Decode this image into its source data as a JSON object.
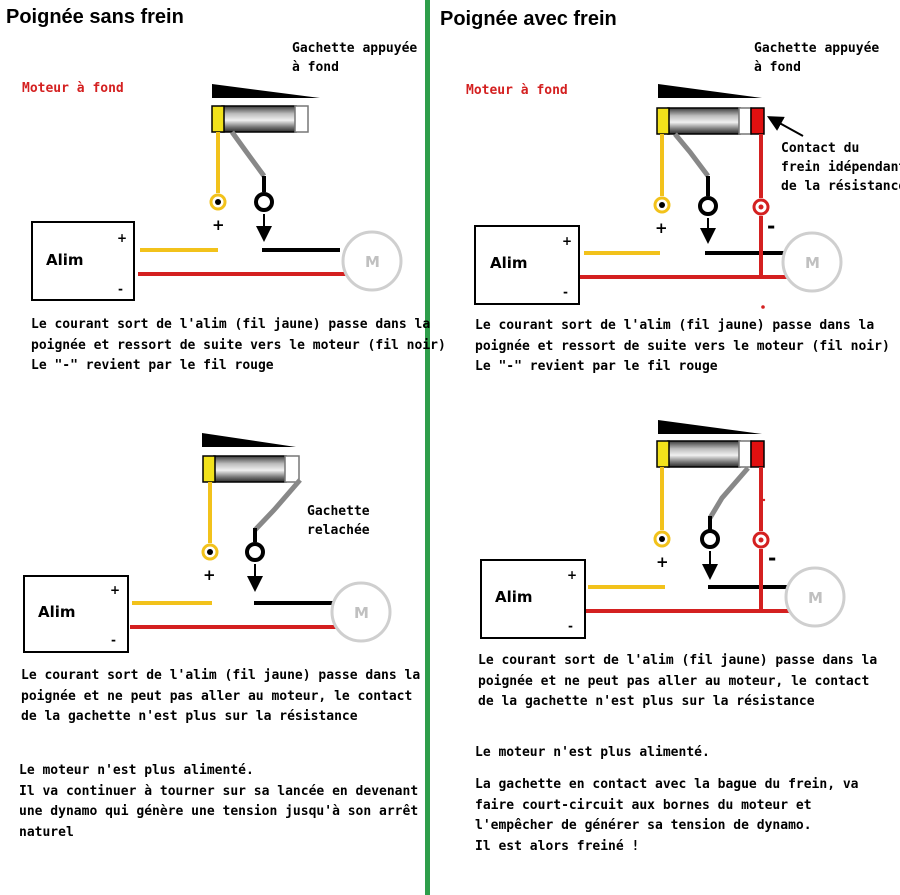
{
  "left": {
    "title": "Poignée sans frein",
    "state_label": "Moteur à fond",
    "trigger_pressed": "Gachette appuyée\nà fond",
    "trigger_released": "Gachette\nrelachée",
    "alim": "Alim",
    "plus": "+",
    "minus": "-",
    "motor": "M",
    "desc1": "Le courant sort de l'alim (fil jaune) passe dans la\npoignée et ressort de suite vers le moteur (fil noir)\nLe \"-\" revient par le fil rouge",
    "desc2": "Le courant sort de l'alim (fil jaune) passe dans la\npoignée et ne peut pas aller au moteur, le contact\nde la gachette n'est plus sur la résistance",
    "desc3": "Le moteur n'est plus alimenté.\nIl va continuer à tourner sur sa lancée en devenant\nune dynamo qui génère une tension jusqu'à son arrêt\nnaturel"
  },
  "right": {
    "title": "Poignée avec frein",
    "state_label": "Moteur à fond",
    "trigger_pressed": "Gachette appuyée\nà fond",
    "brake_contact": "Contact du\nfrein idépendant\nde la résistance",
    "alim": "Alim",
    "plus": "+",
    "minus": "-",
    "motor": "M",
    "desc1": "Le courant sort de l'alim (fil jaune) passe dans la\npoignée et ressort de suite vers le moteur (fil noir)\nLe \"-\" revient par le fil rouge",
    "desc2": "Le courant sort de l'alim (fil jaune) passe dans la\npoignée et ne peut pas aller au moteur, le contact\nde la gachette n'est plus sur la résistance",
    "desc3": "Le moteur n'est plus alimenté.",
    "desc4": "La gachette en contact avec la bague du frein, va\nfaire court-circuit aux bornes du moteur et\nl'empêcher de générer sa tension de dynamo.\nIl est alors freiné !"
  },
  "colors": {
    "divider": "#2e9e4a",
    "wire_yellow": "#f2c21b",
    "wire_red": "#d42020",
    "wire_black": "#000000",
    "motor_outline": "#cfcfcf",
    "handle_grey": "#8a8a8a"
  }
}
